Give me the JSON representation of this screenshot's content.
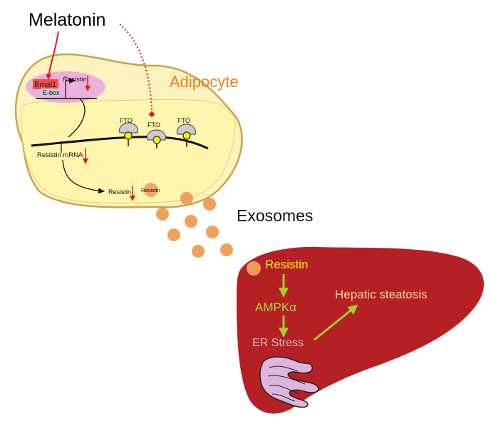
{
  "labels": {
    "melatonin": "Melatonin",
    "adipocyte": "Adipocyte",
    "bmal1": "Bmal1",
    "ebox": "E-box",
    "resistin_gene": "Resistin",
    "fto": "FTO",
    "resistin_mrna": "Resistin mRNA",
    "resistin_protein": "Resistin",
    "resistin_vesicle": "Resistin",
    "exosomes": "Exosomes",
    "liver_resistin": "Resistin",
    "ampk": "AMPKα",
    "er_stress": "ER Stress",
    "hepatic_steatosis": "Hepatic steatosis"
  },
  "colors": {
    "adipocyte_text": "#f07c1a",
    "cell_fill": "#fbf2bf",
    "cell_outline": "#c9a544",
    "nucleus_fill": "#fff6ad",
    "liver_fill": "#b52025",
    "exosome": "#f0a05c",
    "inhibit_arrow": "#dd1c1c",
    "pathway_arrow": "#9ed12c",
    "resistin_text": "#fff200",
    "ampk_text": "#a8d83a",
    "er_stress_text": "#d8b7be",
    "steatosis_text": "#fbd49c",
    "er_fill": "#ddb6dd"
  }
}
